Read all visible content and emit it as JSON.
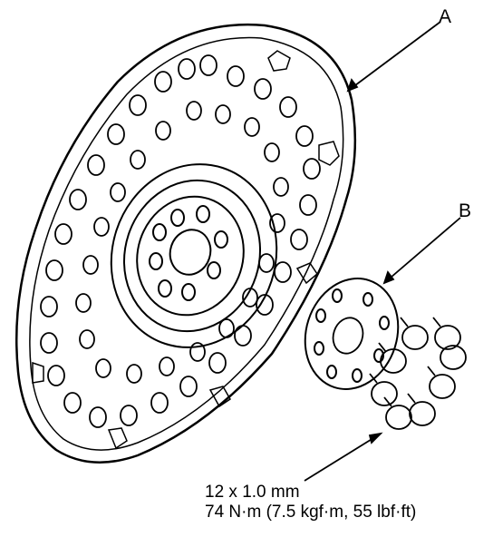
{
  "callouts": {
    "a": "A",
    "b": "B"
  },
  "spec": {
    "bolt_size": "12 x 1.0 mm",
    "torque": "74 N·m (7.5 kgf·m, 55 lbf·ft)"
  },
  "parts": {
    "a_icon": "flywheel-drive-plate",
    "b_icon": "backing-plate-with-bolts"
  }
}
